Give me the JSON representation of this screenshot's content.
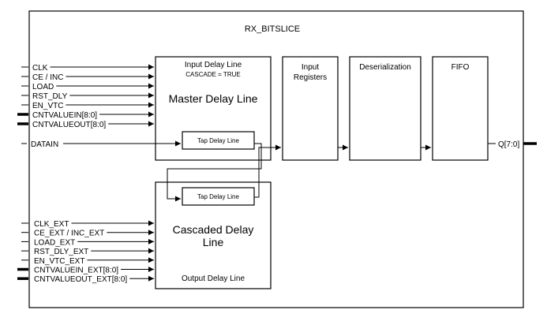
{
  "title": "RX_BITSLICE",
  "inputs_top": [
    {
      "label": "CLK",
      "bus": false
    },
    {
      "label": "CE / INC",
      "bus": false
    },
    {
      "label": "LOAD",
      "bus": false
    },
    {
      "label": "RST_DLY",
      "bus": false
    },
    {
      "label": "EN_VTC",
      "bus": false
    },
    {
      "label": "CNTVALUEIN[8:0]",
      "bus": true
    },
    {
      "label": "CNTVALUEOUT[8:0]",
      "bus": true
    }
  ],
  "datain_label": "DATAIN",
  "inputs_bottom": [
    {
      "label": "CLK_EXT",
      "bus": false
    },
    {
      "label": "CE_EXT / INC_EXT",
      "bus": false
    },
    {
      "label": "LOAD_EXT",
      "bus": false
    },
    {
      "label": "RST_DLY_EXT",
      "bus": false
    },
    {
      "label": "EN_VTC_EXT",
      "bus": false
    },
    {
      "label": "CNTVALUEIN_EXT[8:0]",
      "bus": true
    },
    {
      "label": "CNTVALUEOUT_EXT[8:0]",
      "bus": true
    }
  ],
  "master": {
    "title": "Input Delay Line",
    "subtitle": "CASCADE = TRUE",
    "label": "Master Delay Line",
    "tap": "Tap Delay Line"
  },
  "cascaded": {
    "label_line1": "Cascaded Delay",
    "label_line2": "Line",
    "footer": "Output Delay Line",
    "tap": "Tap Delay Line"
  },
  "input_registers": {
    "line1": "Input",
    "line2": "Registers"
  },
  "deserialization": "Deserialization",
  "fifo": "FIFO",
  "output_label": "Q[7:0]"
}
